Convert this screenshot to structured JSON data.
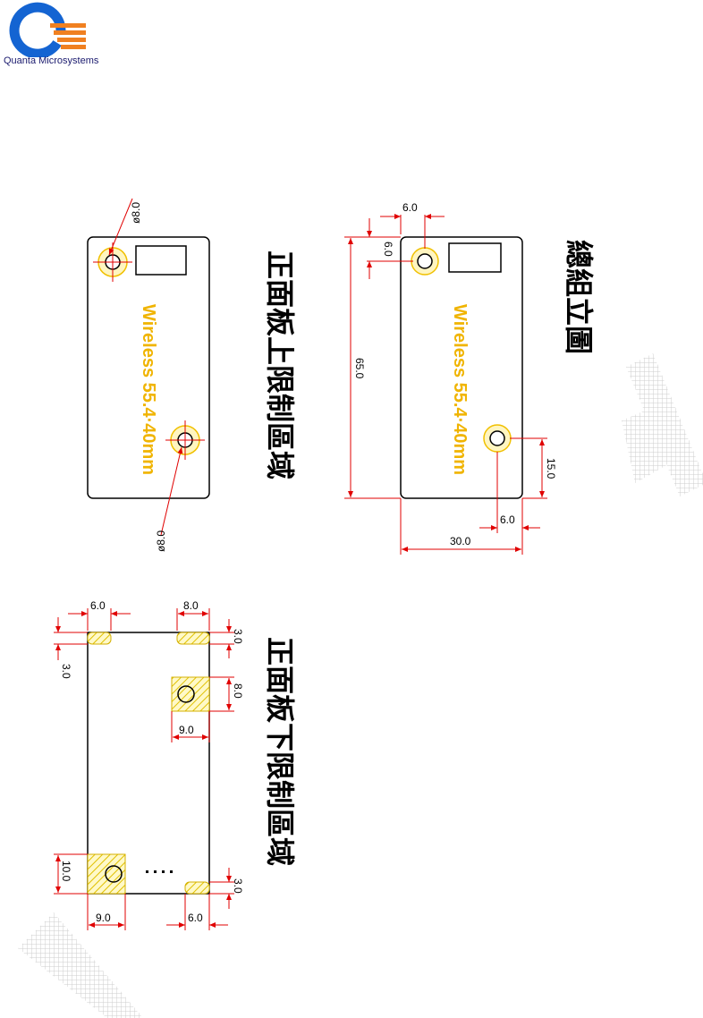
{
  "logo": {
    "company_name": "Quanta Microsystems"
  },
  "board_top": {
    "title": "正面板上限制區域",
    "label": "Wireless  55.4·40mm",
    "dims": {
      "hole_top": "ø8.0",
      "hole_bottom": "ø8.0"
    }
  },
  "board_assembly": {
    "title": "總組立圖",
    "label": "Wireless  55.4·40mm",
    "dims": {
      "hole_x": "6.0",
      "hole_y": "6.0",
      "length": "65.0",
      "right_hole_y": "15.0",
      "right_hole_x": "6.0",
      "width": "30.0"
    }
  },
  "board_bottom": {
    "title": "正面板下限制區域",
    "dims": {
      "top_left_w": "6.0",
      "top_right_w": "8.0",
      "top_right_h": "3.0",
      "left_h": "3.0",
      "mid_h": "8.0",
      "mid_w": "9.0",
      "bot_left_h": "10.0",
      "bot_left_w": "9.0",
      "bot_right_w": "6.0",
      "bot_right_h": "3.0"
    }
  }
}
